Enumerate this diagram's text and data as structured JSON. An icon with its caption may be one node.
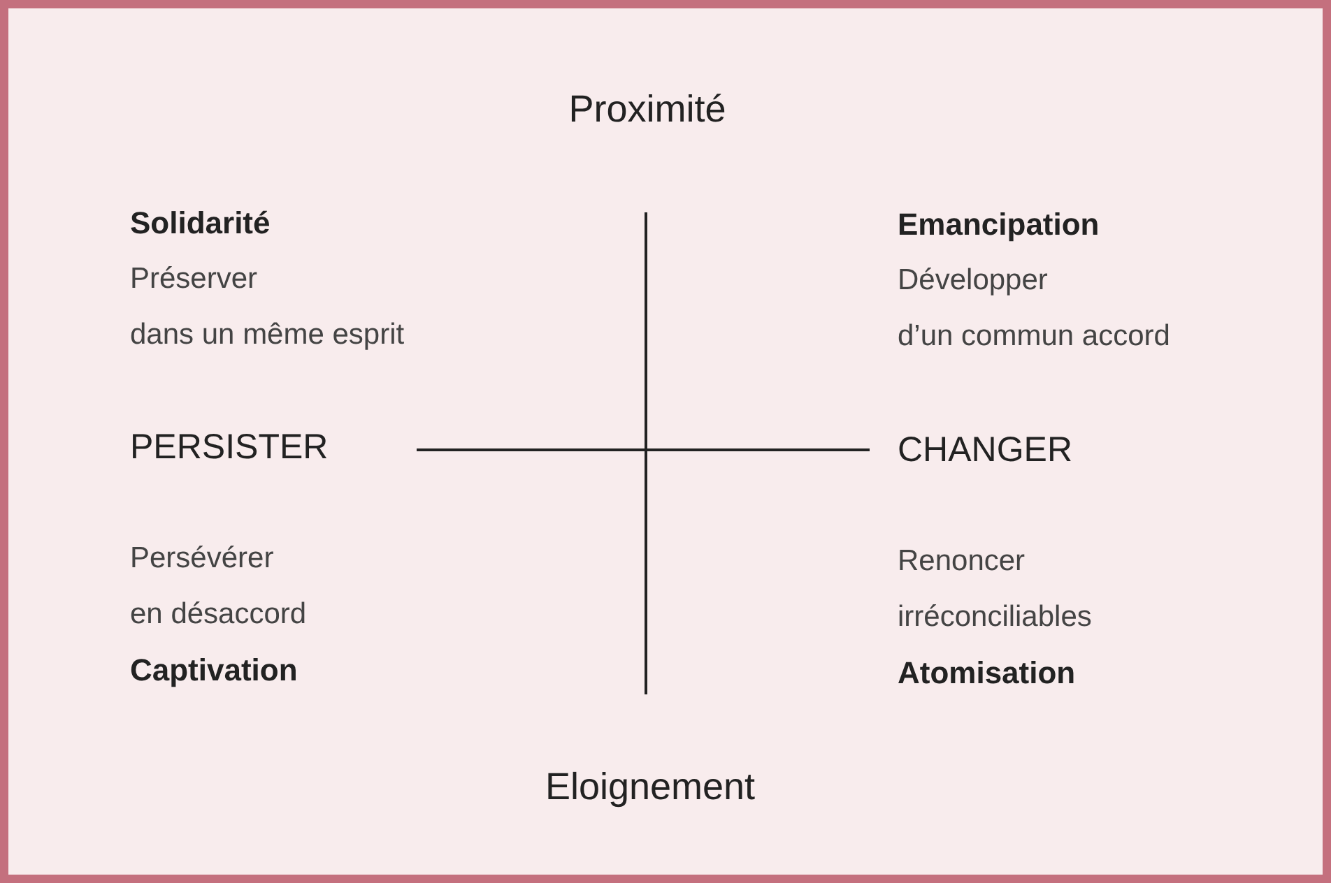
{
  "diagram": {
    "labels": [
      "Proximité",
      "Solidarité",
      "Préserver dans un même esprit",
      "Emancipation",
      "Développer d’un commun accord",
      "PERSISTER",
      "CHANGER",
      "Persévérer en désaccord",
      "Captivation",
      "Renoncer irréconciliables",
      "Atomisation",
      "Eloignement"
    ]
  }
}
